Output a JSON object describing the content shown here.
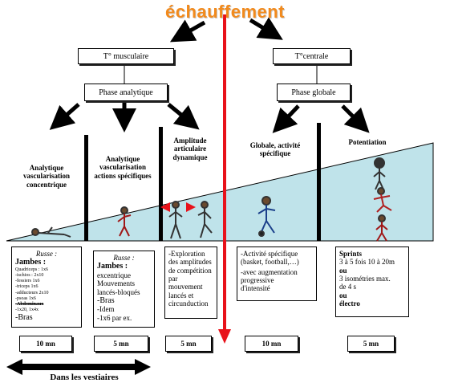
{
  "title": "échauffement",
  "left_branch": {
    "temp_label": "T° musculaire",
    "phase_label": "Phase analytique"
  },
  "right_branch": {
    "temp_label": "T°centrale",
    "phase_label": "Phase globale"
  },
  "categories": {
    "c1": "Analytique vascularisation concentrique",
    "c2": "Analytique vascularisation actions spécifiques",
    "c3": "Amplitude articulaire dynamique",
    "c4": "Globale, activité spécifique",
    "c5": "Potentiation"
  },
  "col1": {
    "header": "Russe :",
    "jambes": "Jambes :",
    "items": [
      "Quadriceps : 1x6",
      "-ischios : 2x10",
      "-fessiers 1x6",
      "-triceps 1x6",
      "-adducteurs 2x10",
      "-psoas 1x6",
      "-Abdominaux",
      "-1x20, 1x4x",
      "-Bras"
    ]
  },
  "col2": {
    "header": "Russe :",
    "lines": [
      "Jambes :",
      "excentrique",
      "Mouvements",
      "lancés-bloqués",
      "-Bras",
      "-Idem",
      "-1x6 par ex."
    ]
  },
  "col3": {
    "lines": [
      "-Exploration",
      "des amplitudes",
      "de compétition",
      "par",
      "mouvement",
      "lancés et",
      "circunduction"
    ]
  },
  "col4": {
    "lines": [
      "-Activité spécifique",
      "(basket, football,…)",
      "-avec augmentation",
      "progressive",
      "d'intensité"
    ]
  },
  "col5": {
    "lines": [
      "Sprints",
      "3 à 5 fois 10 à 20m",
      "ou",
      "3 isométries max.",
      "de 4 s",
      "ou",
      "électro"
    ]
  },
  "times": [
    "10 mn",
    "5 mn",
    "5 mn",
    "10 mn",
    "5 mn"
  ],
  "footer": "Dans les vestiaires",
  "colors": {
    "title": "#f28a1c",
    "arrow_red": "#e8121a",
    "wedge": "#bfe3ea",
    "black": "#000000"
  }
}
